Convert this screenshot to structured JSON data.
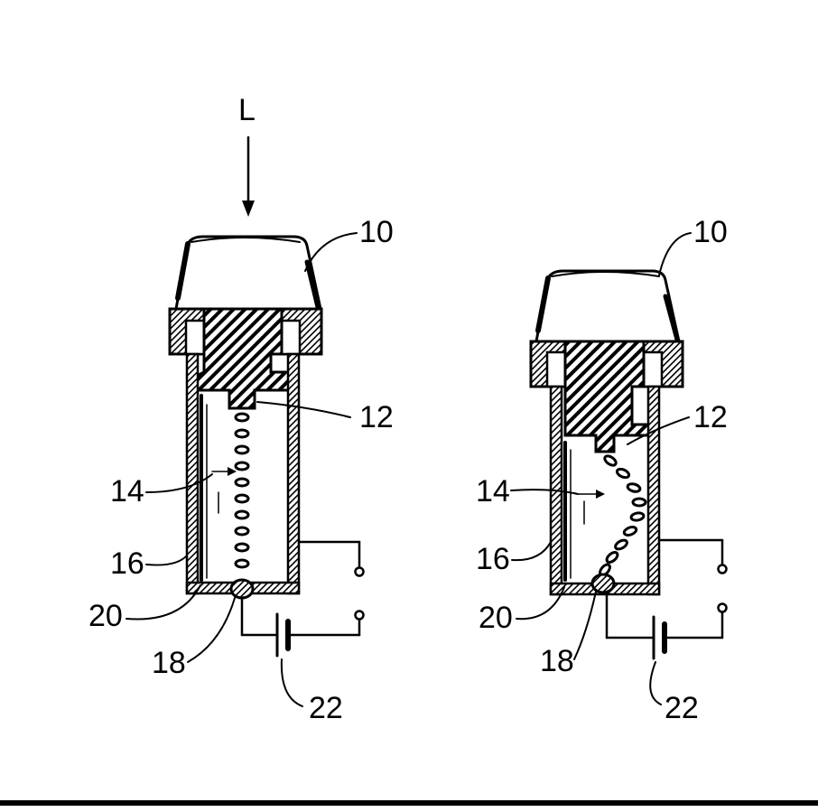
{
  "figure": {
    "force_label": "L",
    "left": {
      "labels": {
        "cap": "10",
        "plunger": "12",
        "spring": "14",
        "housing": "16",
        "contact": "18",
        "wall": "20",
        "battery": "22"
      }
    },
    "right": {
      "labels": {
        "cap": "10",
        "plunger": "12",
        "spring": "14",
        "housing": "16",
        "contact": "18",
        "wall": "20",
        "battery": "22"
      }
    }
  }
}
